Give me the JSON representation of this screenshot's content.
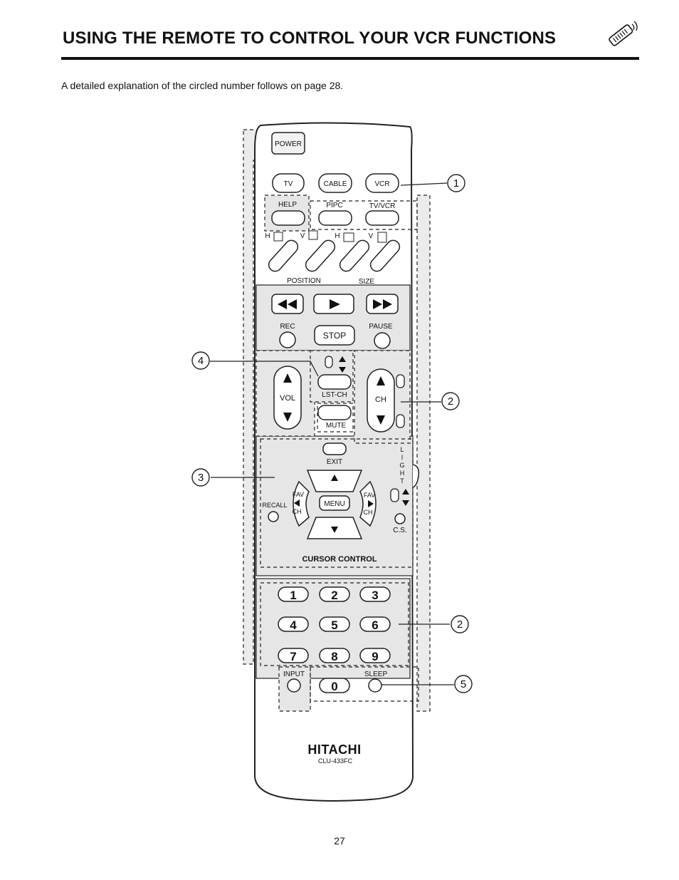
{
  "header": {
    "title": "USING THE REMOTE TO CONTROL YOUR VCR FUNCTIONS",
    "intro": "A detailed explanation of the circled number follows on page 28.",
    "page_number": "27",
    "icon": "remote-control-icon"
  },
  "remote": {
    "brand": "HITACHI",
    "model": "CLU-433FC",
    "buttons": {
      "power": "POWER",
      "tv": "TV",
      "cable": "CABLE",
      "vcr": "VCR",
      "help": "HELP",
      "pipc": "PIPC",
      "tvvcr": "TV/VCR",
      "h1": "H",
      "v1": "V",
      "h2": "H",
      "v2": "V",
      "position": "POSITION",
      "size": "SIZE",
      "rec": "REC",
      "stop": "STOP",
      "pause": "PAUSE",
      "vol": "VOL",
      "lstch": "LST-CH",
      "ch": "CH",
      "mute": "MUTE",
      "exit": "EXIT",
      "light": [
        "L",
        "I",
        "G",
        "H",
        "T"
      ],
      "fav_left": "FAV",
      "ch_left": "CH",
      "fav_right": "FAV",
      "ch_right": "CH",
      "recall": "RECALL",
      "menu": "MENU",
      "cs": "C.S.",
      "cursor_control": "CURSOR CONTROL",
      "digits": [
        "1",
        "2",
        "3",
        "4",
        "5",
        "6",
        "7",
        "8",
        "9",
        "0"
      ],
      "input": "INPUT",
      "sleep": "SLEEP"
    }
  },
  "callouts": [
    "①",
    "②",
    "③",
    "④",
    "②",
    "⑤"
  ]
}
